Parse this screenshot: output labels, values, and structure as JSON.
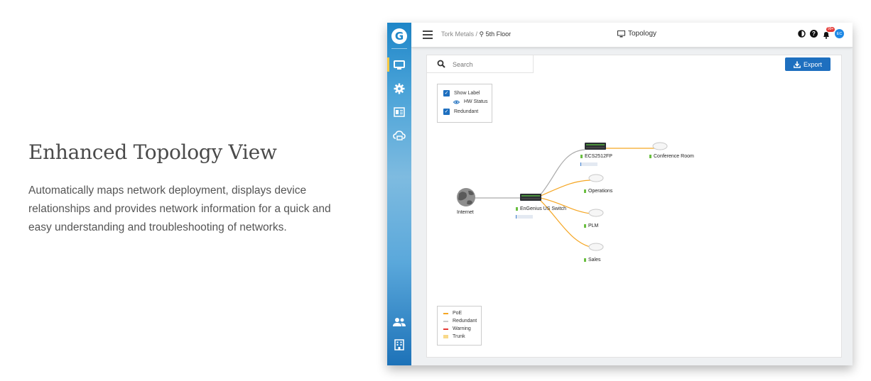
{
  "hero": {
    "title": "Enhanced Topology View",
    "description": "Automatically maps network deployment, displays device relationships and provides network information for a quick and easy understanding and troubleshooting of networks."
  },
  "app": {
    "sidebar": {
      "logo": "G",
      "icons": [
        "monitor-icon",
        "gear-icon",
        "report-icon",
        "cloud-icon",
        "users-icon",
        "building-icon"
      ]
    },
    "topbar": {
      "org": "Tork Metals /",
      "site": "5th Floor",
      "page_title": "Topology",
      "notification_badge": "99+",
      "avatar_initials": "EC"
    },
    "search": {
      "placeholder": "Search"
    },
    "export_label": "Export",
    "options": {
      "show_label": "Show Label",
      "hw_status": "HW Status",
      "redundant": "Redundant"
    },
    "legend": [
      {
        "label": "PoE",
        "color": "#f5a623"
      },
      {
        "label": "Redundant",
        "color": "#cccccc"
      },
      {
        "label": "Warning",
        "color": "#e53935"
      },
      {
        "label": "Trunk",
        "color": "#f8d98a"
      }
    ],
    "topology": {
      "nodes": {
        "internet": "Internet",
        "core_switch": "EnGenius US Switch",
        "ecs_switch": "ECS2512FP",
        "conference_room": "Conference Room",
        "operations": "Operations",
        "plm": "PLM",
        "sales": "Sales"
      }
    },
    "colors": {
      "accent": "#1e6fbf",
      "poe": "#f5a623",
      "redundant": "#aaaaaa",
      "status_ok": "#6abf40"
    }
  }
}
